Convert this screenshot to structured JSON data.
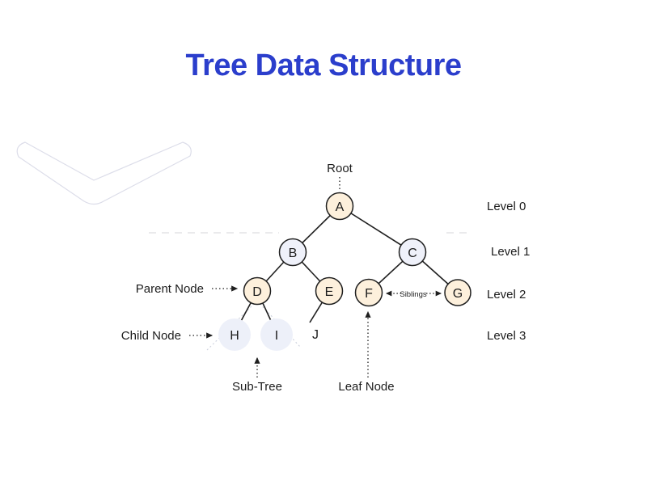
{
  "header": {
    "title": "Tree Data Structure"
  },
  "colors": {
    "title": "#2b3ecc",
    "node_warm_fill": "#fdf0dc",
    "node_cool_fill": "#eff1fa",
    "node_border": "#1f1f1f",
    "subtree_node_fill": "#edf0f9",
    "edge": "#1f1f1f",
    "watermark_stroke": "#dcdde9",
    "level_divider": "#e4e4e6",
    "text": "#1c1c1c"
  },
  "diagram": {
    "nodes": [
      {
        "id": "A",
        "label": "A",
        "level": 0,
        "style": "warm"
      },
      {
        "id": "B",
        "label": "B",
        "level": 1,
        "style": "cool"
      },
      {
        "id": "C",
        "label": "C",
        "level": 1,
        "style": "cool"
      },
      {
        "id": "D",
        "label": "D",
        "level": 2,
        "style": "warm"
      },
      {
        "id": "E",
        "label": "E",
        "level": 2,
        "style": "warm"
      },
      {
        "id": "F",
        "label": "F",
        "level": 2,
        "style": "warm"
      },
      {
        "id": "G",
        "label": "G",
        "level": 2,
        "style": "warm"
      },
      {
        "id": "H",
        "label": "H",
        "level": 3,
        "style": "subtree"
      },
      {
        "id": "I",
        "label": "I",
        "level": 3,
        "style": "subtree"
      },
      {
        "id": "J",
        "label": "J",
        "level": 3,
        "style": "plain"
      }
    ],
    "edges": [
      [
        "A",
        "B"
      ],
      [
        "A",
        "C"
      ],
      [
        "B",
        "D"
      ],
      [
        "B",
        "E"
      ],
      [
        "C",
        "F"
      ],
      [
        "C",
        "G"
      ],
      [
        "D",
        "H"
      ],
      [
        "D",
        "I"
      ],
      [
        "E",
        "J"
      ]
    ],
    "levels": [
      {
        "label": "Level 0"
      },
      {
        "label": "Level 1"
      },
      {
        "label": "Level 2"
      },
      {
        "label": "Level 3"
      }
    ],
    "annotations": {
      "root": "Root",
      "parent_node": "Parent Node",
      "child_node": "Child Node",
      "sub_tree": "Sub-Tree",
      "leaf_node": "Leaf Node",
      "siblings": "Siblings"
    }
  }
}
